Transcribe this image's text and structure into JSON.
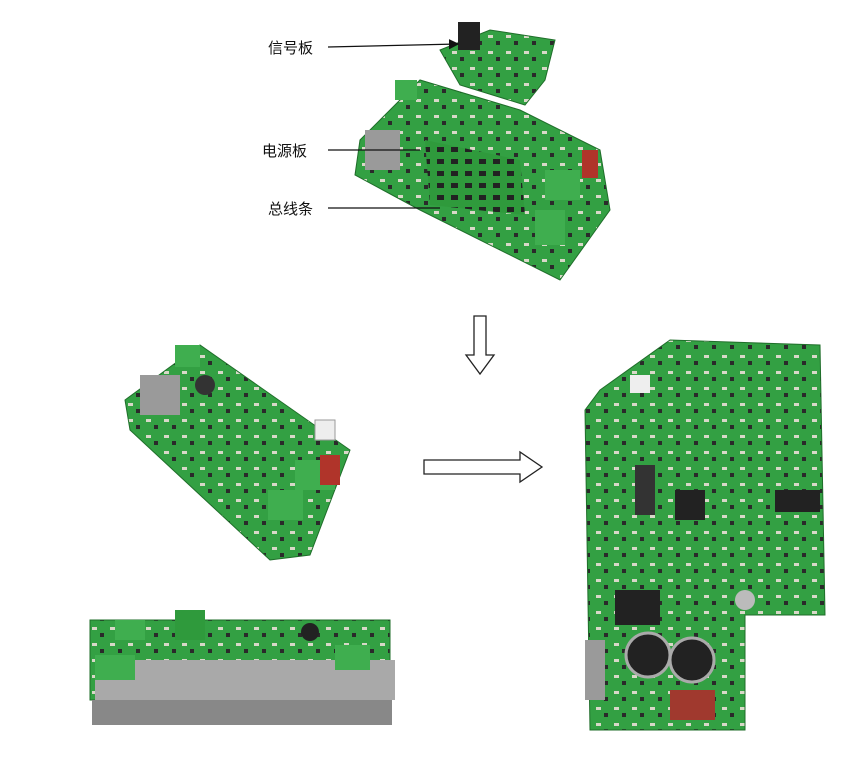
{
  "labels": {
    "signal_board": "信号板",
    "power_board": "电源板",
    "bus_bar": "总线条"
  },
  "colors": {
    "pcb": "#2f9a3c",
    "pcb_dark": "#1f6e2a",
    "connector": "#3fae4f",
    "metal": "#9a9a9a",
    "capacitor": "#b0342a"
  }
}
